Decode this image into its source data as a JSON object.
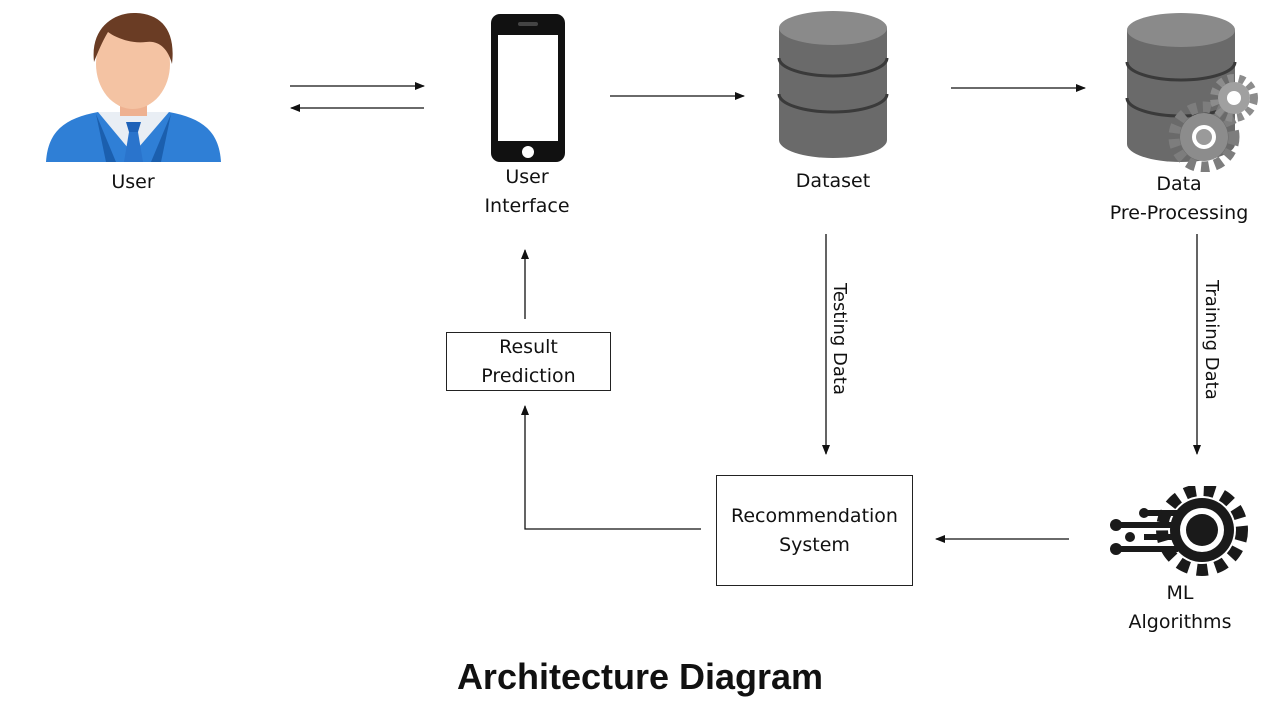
{
  "nodes": {
    "user": {
      "label": "User"
    },
    "ui": {
      "line1": "User",
      "line2": "Interface"
    },
    "dataset": {
      "label": "Dataset"
    },
    "preproc": {
      "line1": "Data",
      "line2": "Pre-Processing"
    },
    "ml": {
      "line1": "ML",
      "line2": "Algorithms"
    },
    "recsys": {
      "line1": "Recommendation",
      "line2": "System"
    },
    "result": {
      "line1": "Result",
      "line2": "Prediction"
    }
  },
  "edges": {
    "testing_label": "Testing Data",
    "training_label": "Training Data"
  },
  "icons": {
    "user": "user-avatar-icon",
    "ui": "smartphone-icon",
    "dataset": "database-icon",
    "preproc": "database-gears-icon",
    "ml": "circuit-gear-icon"
  },
  "title": "Architecture Diagram"
}
